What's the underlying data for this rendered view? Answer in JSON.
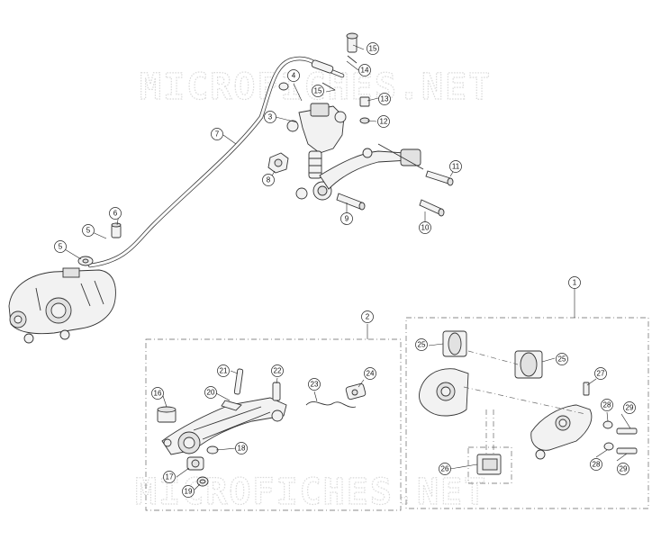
{
  "watermark": "MICROFICHES.NET",
  "callouts": {
    "c1": "1",
    "c2": "2",
    "c3": "3",
    "c4": "4",
    "c5a": "5",
    "c5b": "5",
    "c6": "6",
    "c7": "7",
    "c8": "8",
    "c9": "9",
    "c10": "10",
    "c11": "11",
    "c12": "12",
    "c13": "13",
    "c14": "14",
    "c15a": "15",
    "c15b": "15",
    "c16": "16",
    "c17": "17",
    "c18": "18",
    "c19": "19",
    "c20": "20",
    "c21": "21",
    "c22": "22",
    "c23": "23",
    "c24": "24",
    "c25a": "25",
    "c25b": "25",
    "c26": "26",
    "c27": "27",
    "c28a": "28",
    "c28b": "28",
    "c29a": "29",
    "c29b": "29"
  }
}
